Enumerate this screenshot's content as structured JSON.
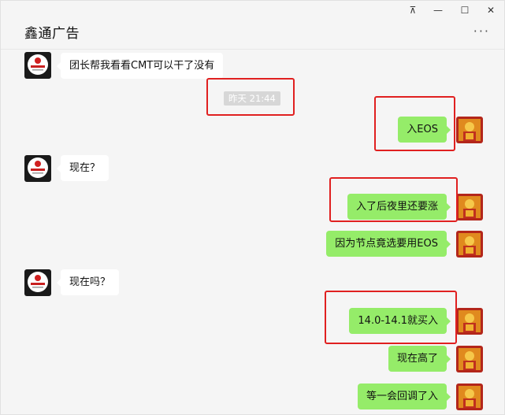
{
  "window": {
    "title": "鑫通广告",
    "controls": {
      "pin": "⊼",
      "minimize": "—",
      "maximize": "☐",
      "close": "✕"
    },
    "more": "···"
  },
  "chat": {
    "timestamp": "昨天 21:44",
    "messages": [
      {
        "side": "in",
        "text": "团长帮我看看CMT可以干了没有"
      },
      {
        "side": "out",
        "text": "入EOS"
      },
      {
        "side": "in",
        "text": "现在？"
      },
      {
        "side": "out",
        "text": "入了后夜里还要涨"
      },
      {
        "side": "out",
        "text": "因为节点竟选要用EOS"
      },
      {
        "side": "in",
        "text": "现在吗？"
      },
      {
        "side": "out",
        "text": "14.0-14.1就买入"
      },
      {
        "side": "out",
        "text": "现在高了"
      },
      {
        "side": "out",
        "text": "等一会回调了入"
      }
    ]
  },
  "colors": {
    "out_bubble": "#95ec69",
    "in_bubble": "#ffffff",
    "highlight": "#e02020",
    "background": "#f5f5f5"
  }
}
